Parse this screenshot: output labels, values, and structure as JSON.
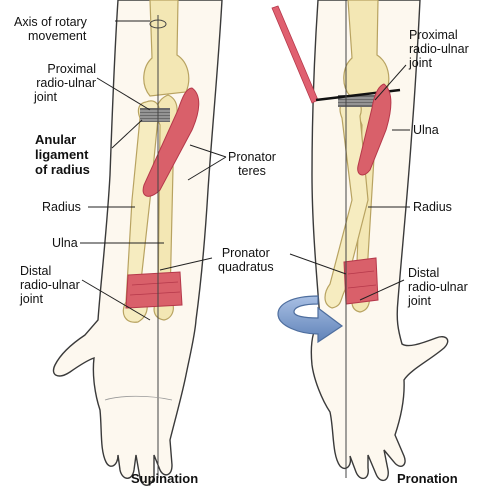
{
  "labels": {
    "axis_line1": "Axis of rotary",
    "axis_line2": "movement",
    "prox_left_1": "Proximal",
    "prox_left_2": "radio-ulnar",
    "prox_left_3": "joint",
    "anular_1": "Anular",
    "anular_2": "ligament",
    "anular_3": "of radius",
    "radius_left": "Radius",
    "ulna_left": "Ulna",
    "distal_left_1": "Distal",
    "distal_left_2": "radio-ulnar",
    "distal_left_3": "joint",
    "pronator_teres_1": "Pronator",
    "pronator_teres_2": "teres",
    "pronator_quad_1": "Pronator",
    "pronator_quad_2": "quadratus",
    "prox_right_1": "Proximal",
    "prox_right_2": "radio-ulnar",
    "prox_right_3": "joint",
    "ulna_right": "Ulna",
    "radius_right": "Radius",
    "distal_right_1": "Distal",
    "distal_right_2": "radio-ulnar",
    "distal_right_3": "joint",
    "caption_left": "Supination",
    "caption_right": "Pronation"
  },
  "colors": {
    "skin": "#fdf8ef",
    "skin_outline": "#3a3a3a",
    "bone": "#f3e7b4",
    "bone_outline": "#b8a361",
    "muscle": "#d9606a",
    "muscle_dark": "#b5384a",
    "ligament": "#555555",
    "arrow": "#7a9ccf",
    "arrow_dark": "#4e6e9e",
    "skin_strip": "#e06070"
  }
}
